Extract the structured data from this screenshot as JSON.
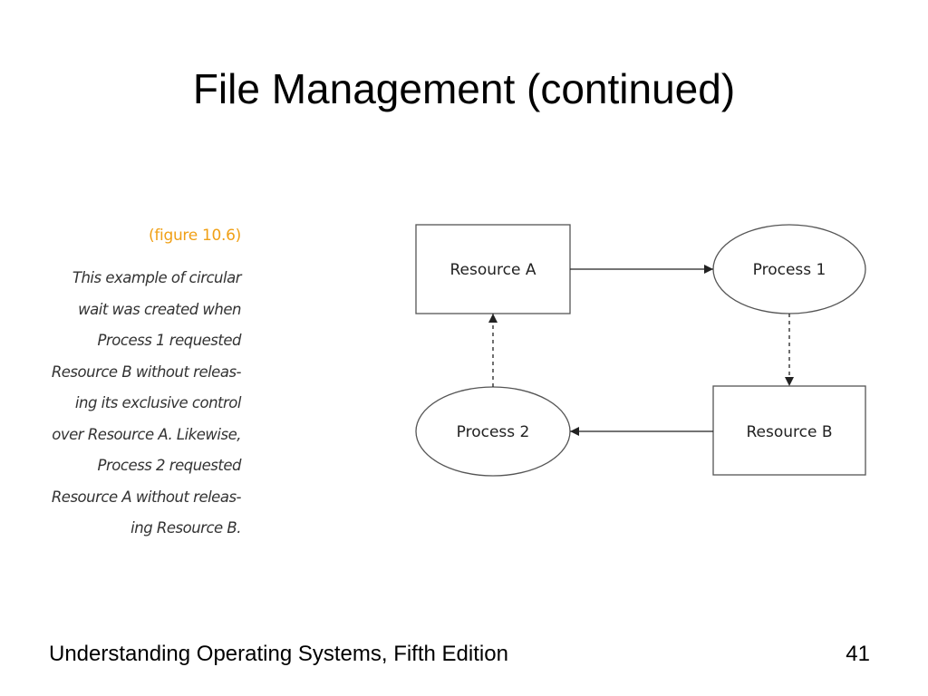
{
  "slide": {
    "title": "File Management (continued)"
  },
  "caption": {
    "figure_label": "(figure 10.6)",
    "lines": [
      "This example of circular",
      "wait was created when",
      "Process 1 requested",
      "Resource B without releas-",
      "ing its exclusive control",
      "over Resource A. Likewise,",
      "Process 2 requested",
      "Resource A without releas-",
      "ing Resource B."
    ]
  },
  "diagram": {
    "nodes": {
      "resource_a": "Resource A",
      "process_1": "Process 1",
      "resource_b": "Resource B",
      "process_2": "Process 2"
    }
  },
  "footer": {
    "book": "Understanding Operating Systems, Fifth Edition",
    "page_number": "41"
  },
  "colors": {
    "figure_label": "#f0a016",
    "caption_text": "#333333"
  }
}
